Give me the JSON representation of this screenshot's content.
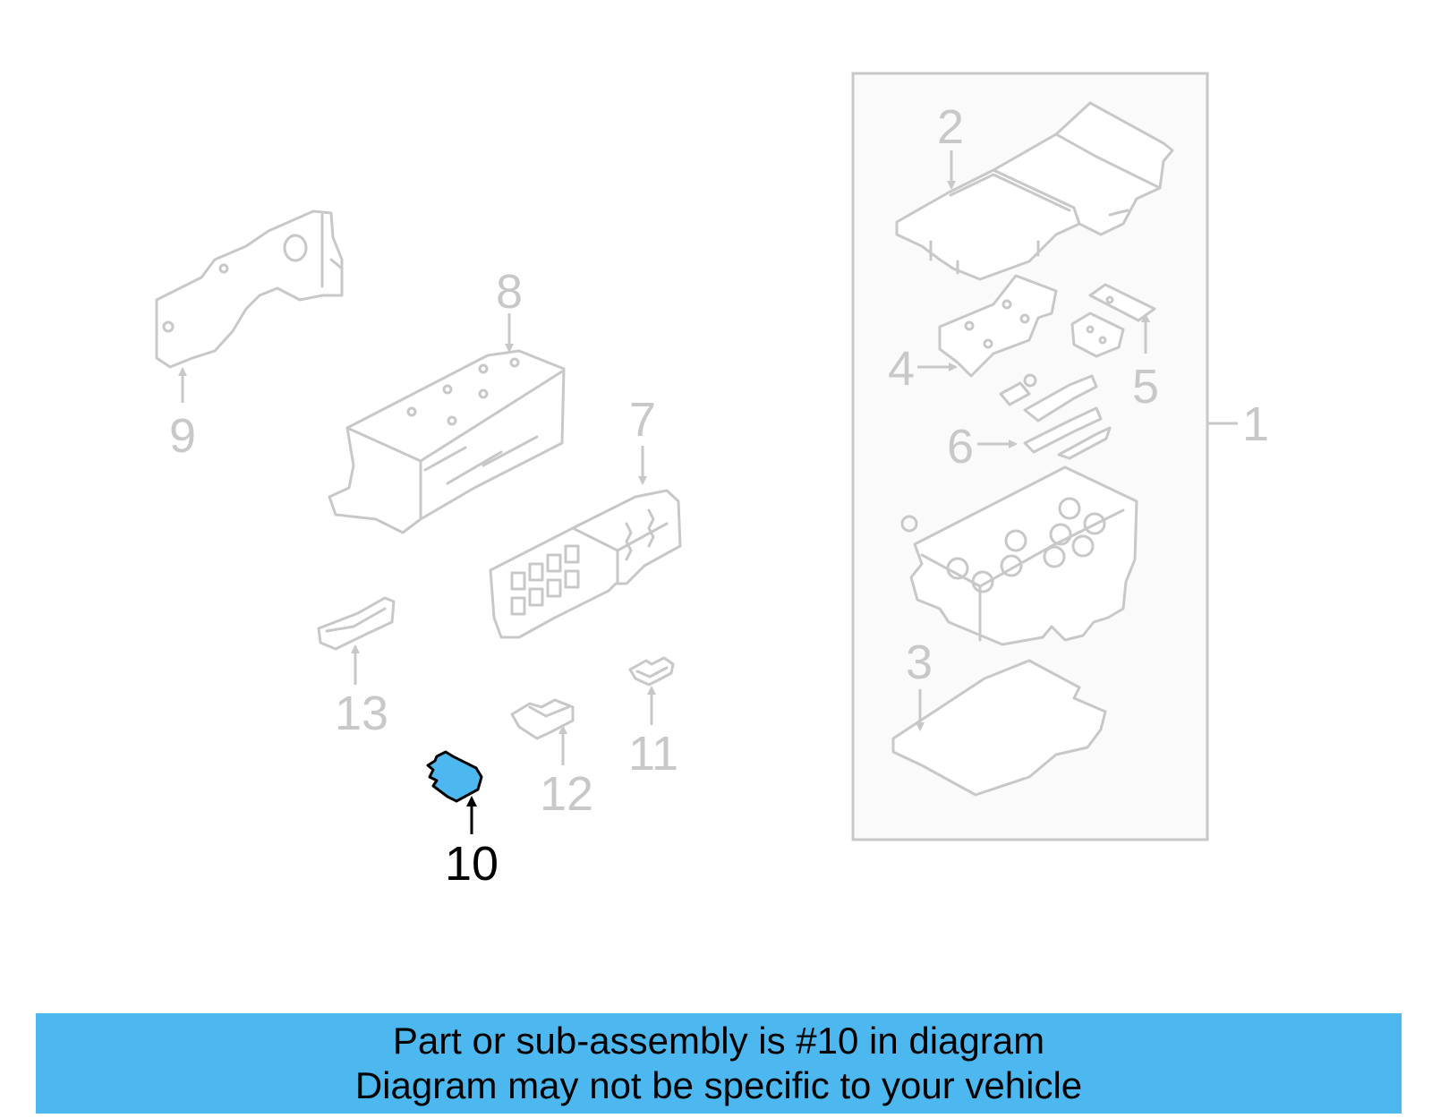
{
  "colors": {
    "highlight_fill": "#4db8f0",
    "muted_parts": "#c8c8c8",
    "highlight_text": "#000000",
    "banner_background": "#4db8f0"
  },
  "callouts": {
    "c1": "1",
    "c2": "2",
    "c3": "3",
    "c4": "4",
    "c5": "5",
    "c6": "6",
    "c7": "7",
    "c8": "8",
    "c9": "9",
    "c10": "10",
    "c11": "11",
    "c12": "12",
    "c13": "13"
  },
  "highlighted_part": "10",
  "banner": {
    "line1": "Part or sub-assembly is #10 in diagram",
    "line2": "Diagram may not be specific to your vehicle"
  }
}
